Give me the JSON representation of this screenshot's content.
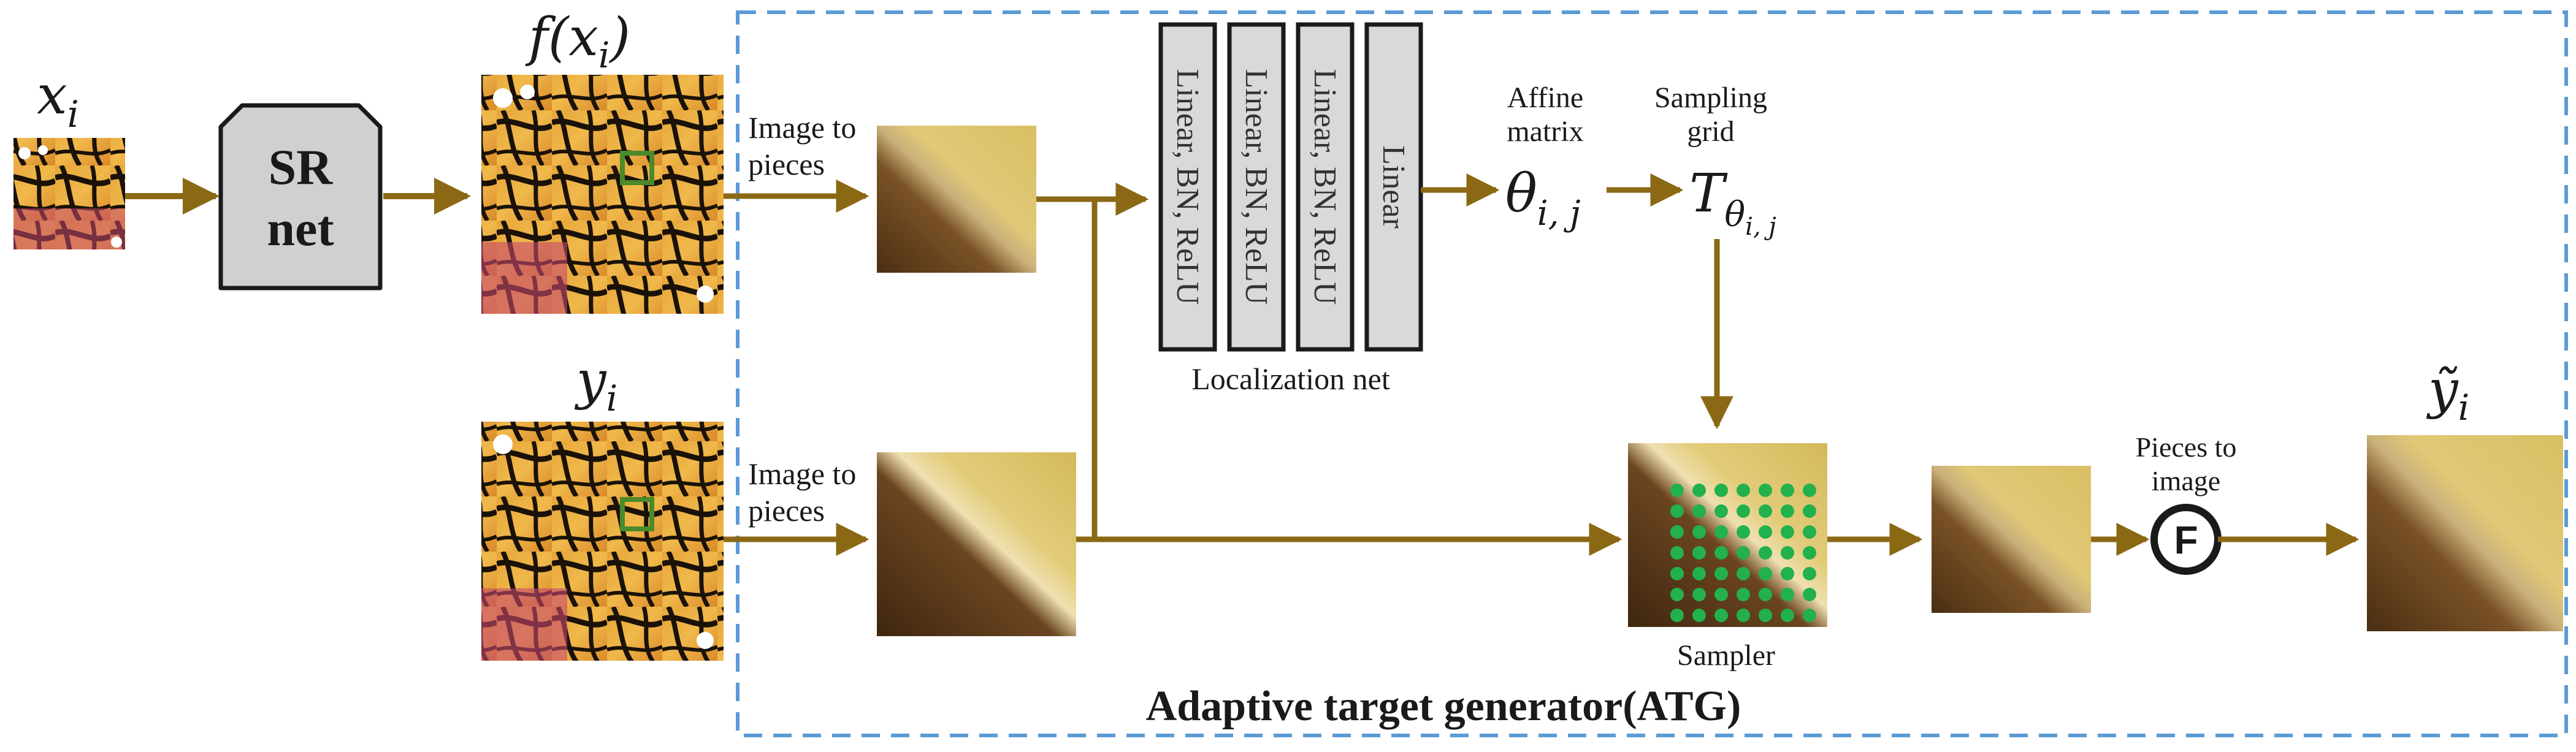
{
  "diagram": {
    "frame_title": "Adaptive target generator(ATG)",
    "nodes": {
      "input_lr": {
        "label": "x_i",
        "label_main": "x",
        "label_sub": "i"
      },
      "sr_net": {
        "line1": "SR",
        "line2": "net"
      },
      "sr_output": {
        "label_main": "f",
        "label_rest": "(x",
        "label_sub": "i",
        "label_close": ")"
      },
      "ground_truth": {
        "label_main": "y",
        "label_sub": "i"
      },
      "pieces_top": {
        "caption_line1": "Image to",
        "caption_line2": "pieces"
      },
      "pieces_bottom": {
        "caption_line1": "Image to",
        "caption_line2": "pieces"
      },
      "localization_net": {
        "caption": "Localization net",
        "layers": [
          "Linear, BN, ReLU",
          "Linear, BN, ReLU",
          "Linear, BN, ReLU",
          "Linear"
        ]
      },
      "affine_matrix": {
        "caption_line1": "Affine",
        "caption_line2": "matrix",
        "symbol_main": "θ",
        "symbol_sub": "i, j"
      },
      "sampling_grid": {
        "caption_line1": "Sampling",
        "caption_line2": "grid",
        "symbol_main": "T",
        "symbol_sub_main": "θ",
        "symbol_sub_sub": "i, j"
      },
      "sampler": {
        "caption": "Sampler"
      },
      "fusion": {
        "symbol": "F",
        "caption_line1": "Pieces to",
        "caption_line2": "image"
      },
      "output_target": {
        "label_main": "ỹ",
        "label_sub": "i"
      }
    },
    "colors": {
      "arrow": "#8B6914",
      "frame": "#5B9BD5",
      "sr_box_fill": "#d0d0d0",
      "loc_layer_fill": "#d9d9d9",
      "highlight_box": "#4a8a2a",
      "grid_dots": "#22b14c",
      "patch_light": "#dcc46a",
      "patch_dark": "#5a3a1a"
    }
  }
}
